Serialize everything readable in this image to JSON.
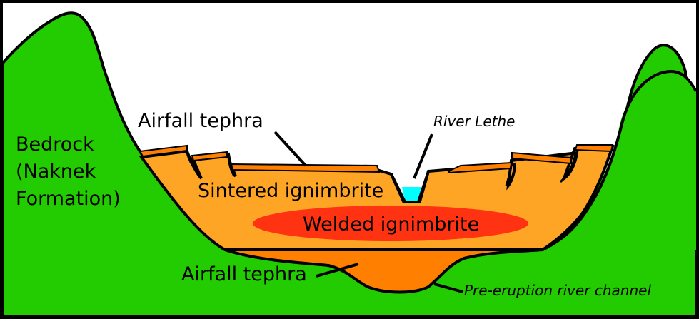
{
  "diagram": {
    "title": "Cross-section of valley fill: ignimbrite and airfall tephra",
    "colors": {
      "bedrock": "#22cc00",
      "sintered_ignimbrite": "#ffa526",
      "welded_ignimbrite": "#ff3311",
      "airfall_tephra": "#ff8000",
      "river_water": "#00ffff",
      "sky": "#ffffff",
      "outline": "#000000"
    },
    "labels": {
      "bedrock_line1": "Bedrock",
      "bedrock_line2": "(Naknek",
      "bedrock_line3": "Formation)",
      "airfall_tephra_top": "Airfall tephra",
      "river_lethe": "River Lethe",
      "sintered_ignimbrite": "Sintered ignimbrite",
      "welded_ignimbrite": "Welded ignimbrite",
      "airfall_tephra_bottom": "Airfall tephra",
      "pre_eruption_channel": "Pre-eruption river channel"
    }
  }
}
